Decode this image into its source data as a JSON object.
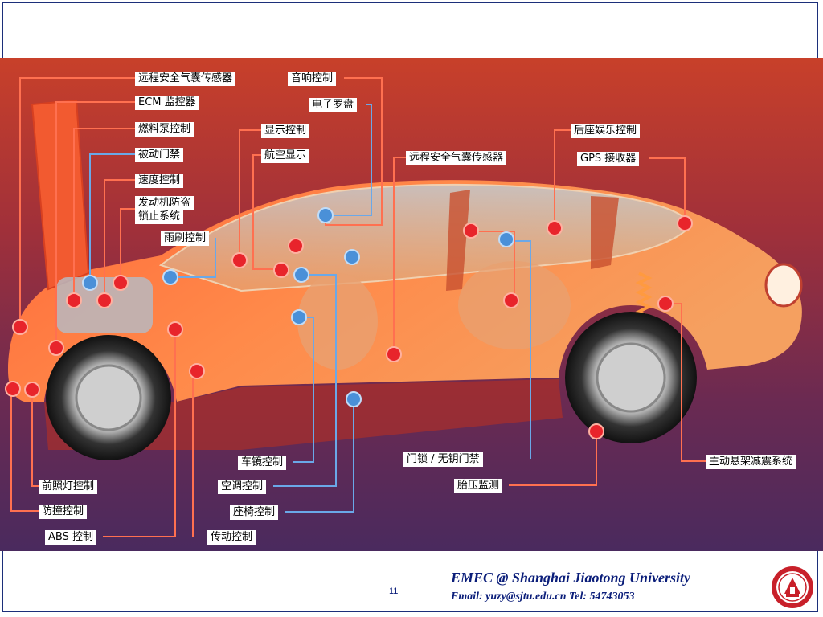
{
  "labels": {
    "airbag_sensor_left": "远程安全气囊传感器",
    "ecm_monitor": "ECM 监控器",
    "fuel_pump": "燃料泵控制",
    "passive_entry": "被动门禁",
    "speed_control": "速度控制",
    "immobilizer_line1": "发动机防盗",
    "immobilizer_line2": "锁止系统",
    "wiper_control": "雨刷控制",
    "audio_control": "音响控制",
    "compass": "电子罗盘",
    "display_control": "显示控制",
    "navigation_display": "航空显示",
    "airbag_sensor_mid": "远程安全气囊传感器",
    "rear_entertainment": "后座娱乐控制",
    "gps_receiver": "GPS 接收器",
    "mirror_control": "车镜控制",
    "door_lock": "门锁 / 无钥门禁",
    "ac_control": "空调控制",
    "tire_pressure": "胎压监测",
    "seat_control": "座椅控制",
    "transmission_control": "传动控制",
    "active_suspension": "主动悬架减震系统",
    "headlight_control": "前照灯控制",
    "collision_control": "防撞控制",
    "abs_control": "ABS 控制"
  },
  "footer": {
    "title": "EMEC  @  Shanghai Jiaotong University",
    "contact": "Email: yuzy@sjtu.edu.cn  Tel: 54743053",
    "page_number": "11"
  },
  "colors": {
    "red_marker": "#e8242b",
    "blue_marker": "#4a90d8",
    "frame_border": "#1c2f7a",
    "footer_text": "#0b1e7a"
  }
}
